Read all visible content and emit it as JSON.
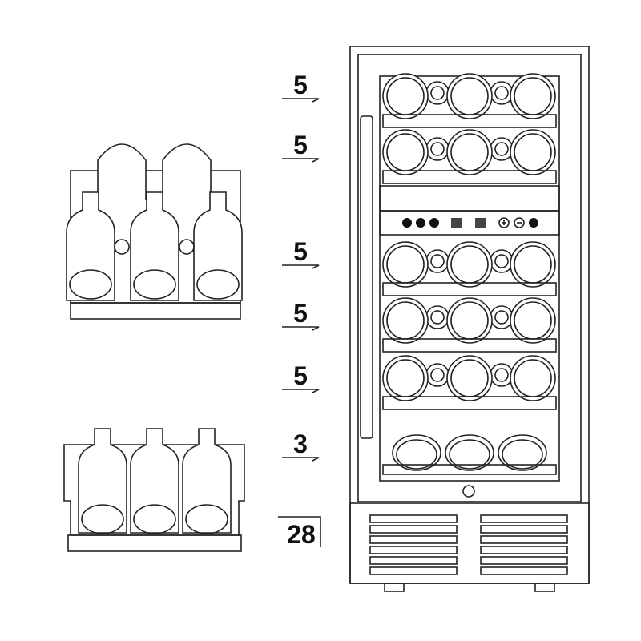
{
  "capacity_labels": [
    {
      "count": "5"
    },
    {
      "count": "5"
    },
    {
      "count": "5"
    },
    {
      "count": "5"
    },
    {
      "count": "5"
    },
    {
      "count": "3"
    }
  ],
  "total_capacity": "28",
  "control_panel": {
    "icons": [
      "dot-icon",
      "dot-icon",
      "dot-icon",
      "display-icon",
      "display-icon",
      "plus-icon",
      "minus-icon",
      "dot-icon"
    ]
  },
  "colors": {
    "line": "#222222",
    "background": "#ffffff"
  }
}
